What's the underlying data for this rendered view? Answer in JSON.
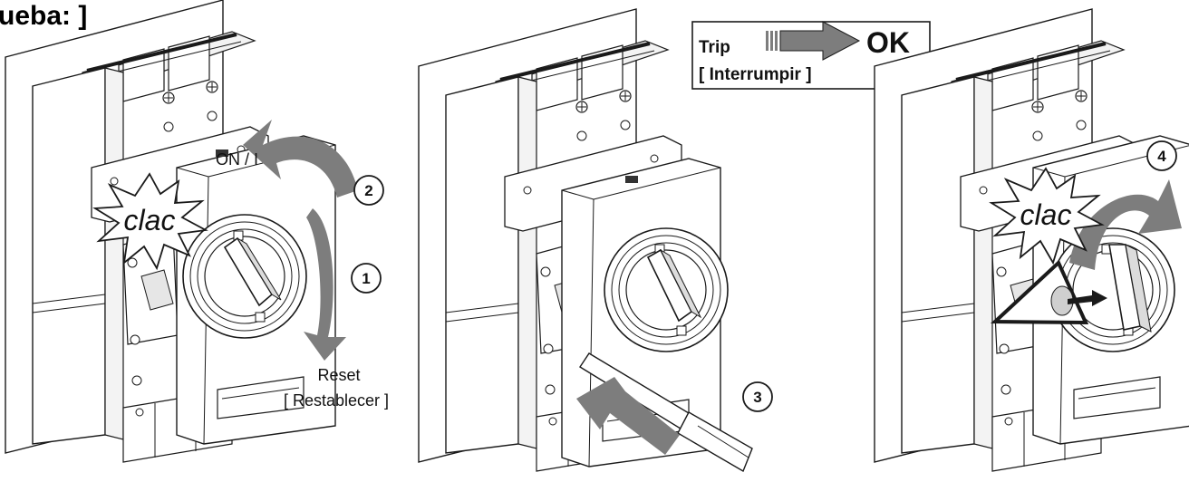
{
  "header": {
    "title_fragment": "ueba: ]"
  },
  "panel1": {
    "on_label": "ON / I",
    "reset_label": "Reset",
    "reset_translation": "[ Restablecer ]",
    "sound_label": "clac",
    "step_top": "2",
    "step_bottom": "1"
  },
  "panel2": {
    "trip_label": "Trip",
    "trip_translation": "[ Interrumpir ]",
    "ok_label": "OK",
    "step": "3"
  },
  "panel3": {
    "sound_label": "clac",
    "step": "4"
  },
  "colors": {
    "arrow_gray": "#7d7d7d",
    "line": "#1a1a1a",
    "light_fill": "#f3f3f3"
  }
}
